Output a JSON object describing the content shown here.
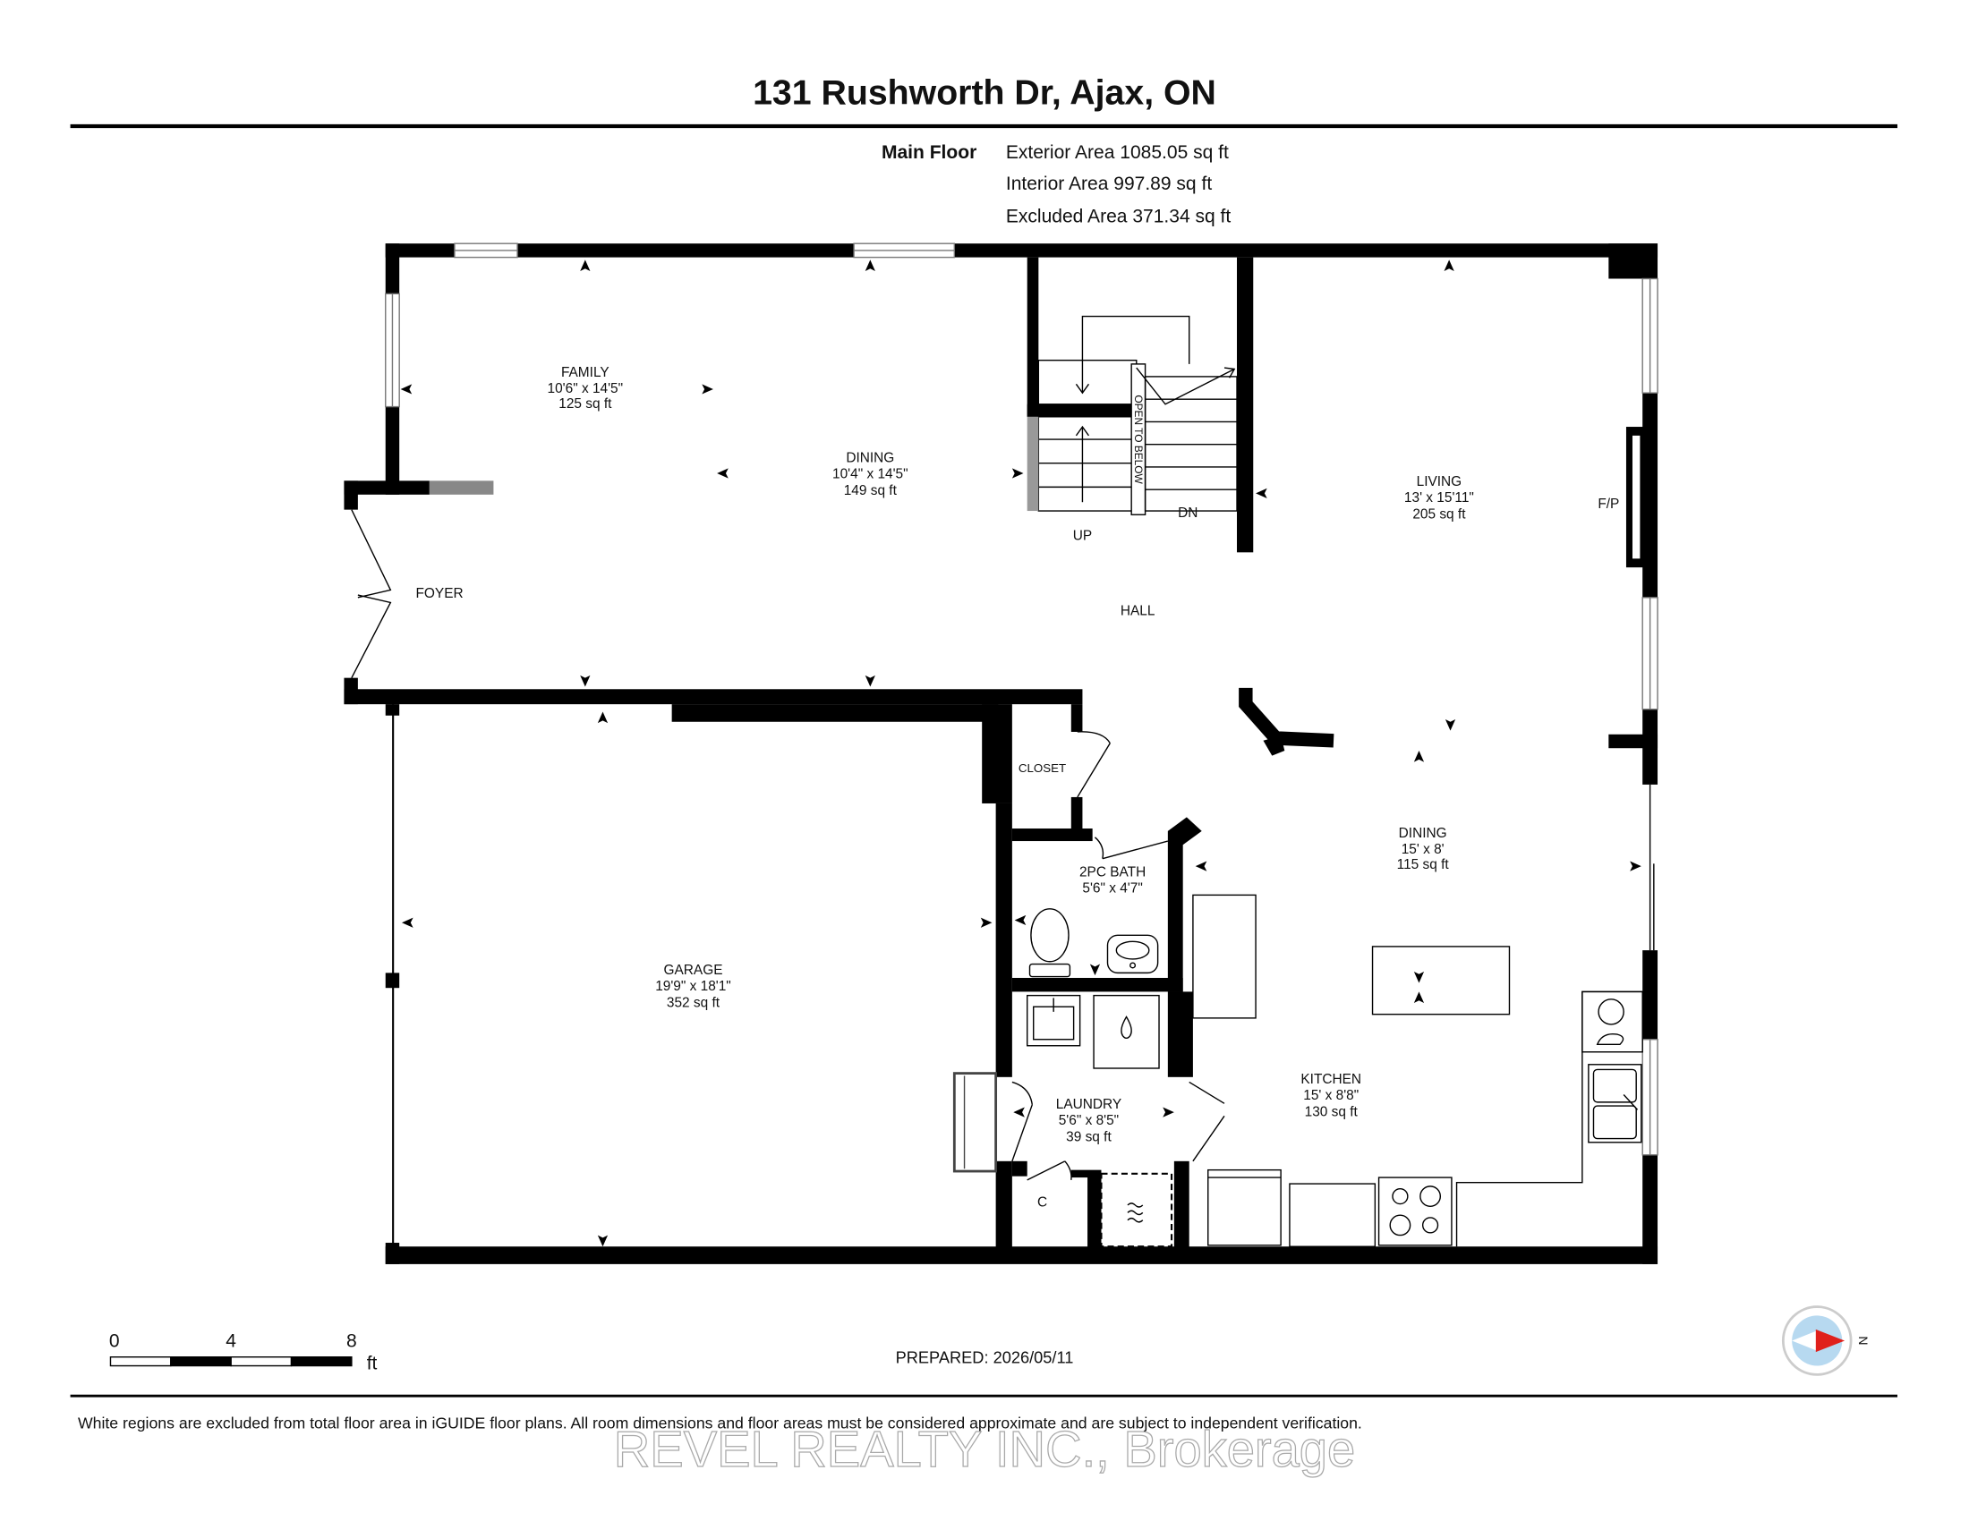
{
  "title": "131 Rushworth Dr, Ajax, ON",
  "floor": {
    "name": "Main Floor",
    "exterior_area": "Exterior Area 1085.05 sq ft",
    "interior_area": "Interior Area 997.89 sq ft",
    "excluded_area": "Excluded Area 371.34 sq ft"
  },
  "rooms": {
    "family": {
      "name": "FAMILY",
      "dims": "10'6\" x 14'5\"",
      "area": "125 sq ft"
    },
    "dining_front": {
      "name": "DINING",
      "dims": "10'4\" x 14'5\"",
      "area": "149 sq ft"
    },
    "living": {
      "name": "LIVING",
      "dims": "13' x 15'11\"",
      "area": "205 sq ft"
    },
    "foyer": {
      "name": "FOYER"
    },
    "hall": {
      "name": "HALL"
    },
    "closet": {
      "name": "CLOSET"
    },
    "bath": {
      "name": "2PC BATH",
      "dims": "5'6\" x 4'7\""
    },
    "dining_rear": {
      "name": "DINING",
      "dims": "15' x 8'",
      "area": "115 sq ft"
    },
    "garage": {
      "name": "GARAGE",
      "dims": "19'9\" x 18'1\"",
      "area": "352 sq ft"
    },
    "laundry": {
      "name": "LAUNDRY",
      "dims": "5'6\" x 8'5\"",
      "area": "39 sq ft"
    },
    "kitchen": {
      "name": "KITCHEN",
      "dims": "15' x 8'8\"",
      "area": "130 sq ft"
    },
    "closet_small": {
      "name": "C"
    }
  },
  "labels": {
    "up": "UP",
    "dn": "DN",
    "fireplace": "F/P",
    "open_to_below": "OPEN TO BELOW"
  },
  "scale": {
    "ticks": [
      "0",
      "4",
      "8"
    ],
    "unit": "ft"
  },
  "prepared": "PREPARED: 2026/05/11",
  "compass": {
    "label": "N",
    "icon": "compass-icon"
  },
  "disclaimer": "White regions are excluded from total floor area in iGUIDE floor plans. All room dimensions and floor areas must be considered approximate and are subject to independent verification.",
  "watermark": "REVEL REALTY INC., Brokerage",
  "colors": {
    "wall": "#000000",
    "half_wall": "#888888",
    "stair_strip": "#999999",
    "compass_fill": "#b7d9f0",
    "compass_arrow": "#e0201b"
  }
}
